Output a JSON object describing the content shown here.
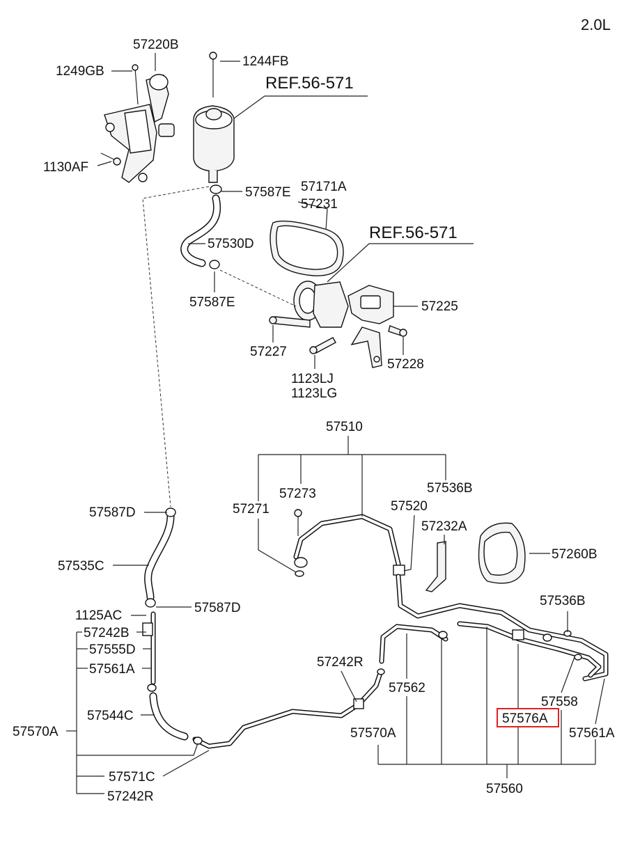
{
  "diagram": {
    "engine_label": "2.0L",
    "references": [
      "REF.56-571",
      "REF.56-571"
    ],
    "labels": [
      "57220B",
      "1249GB",
      "1244FB",
      "1130AF",
      "57587E",
      "57171A",
      "57231",
      "57530D",
      "57587E",
      "57225",
      "57227",
      "57228",
      "1123LJ",
      "1123LG",
      "57510",
      "57273",
      "57536B",
      "57271",
      "57520",
      "57232A",
      "57260B",
      "57587D",
      "57535C",
      "57587D",
      "1125AC",
      "57242B",
      "57555D",
      "57561A",
      "57242R",
      "57536B",
      "57562",
      "57544C",
      "57570A",
      "57570A",
      "57558",
      "57576A",
      "57561A",
      "57571C",
      "57242R",
      "57560"
    ],
    "highlighted_label": "57576A",
    "highlight_color": "#e02020"
  }
}
